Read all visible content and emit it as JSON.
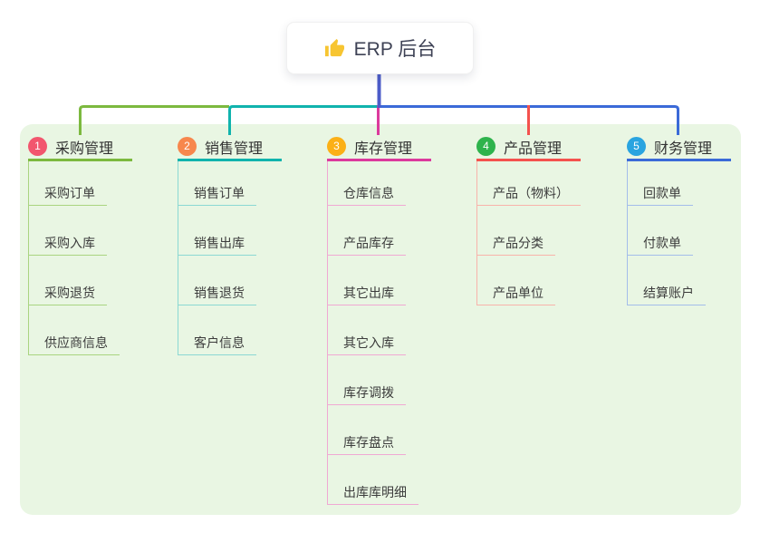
{
  "root": {
    "title": "ERP 后台",
    "icon": "thumbs-up-icon"
  },
  "trunk_color": "#4c5cc9",
  "canvas": {
    "background": "#ffffff",
    "panel_color": "#e9f6e3"
  },
  "branches": [
    {
      "number": "1",
      "label": "采购管理",
      "color": "#7cb93f",
      "light_color": "#a9d480",
      "circle_color": "#f2566e",
      "items": [
        "采购订单",
        "采购入库",
        "采购退货",
        "供应商信息"
      ]
    },
    {
      "number": "2",
      "label": "销售管理",
      "color": "#10b3ad",
      "light_color": "#8bd8d3",
      "circle_color": "#f7874d",
      "items": [
        "销售订单",
        "销售出库",
        "销售退货",
        "客户信息"
      ]
    },
    {
      "number": "3",
      "label": "库存管理",
      "color": "#dc3a9d",
      "light_color": "#f0a9d3",
      "circle_color": "#fbb017",
      "items": [
        "仓库信息",
        "产品库存",
        "其它出库",
        "其它入库",
        "库存调拨",
        "库存盘点",
        "出库库明细"
      ]
    },
    {
      "number": "4",
      "label": "产品管理",
      "color": "#f4524e",
      "light_color": "#f8b3ab",
      "circle_color": "#2eb34c",
      "items": [
        "产品（物料）",
        "产品分类",
        "产品单位"
      ]
    },
    {
      "number": "5",
      "label": "财务管理",
      "color": "#3b6ad8",
      "light_color": "#a3bdea",
      "circle_color": "#29a4e0",
      "items": [
        "回款单",
        "付款单",
        "结算账户"
      ]
    }
  ]
}
